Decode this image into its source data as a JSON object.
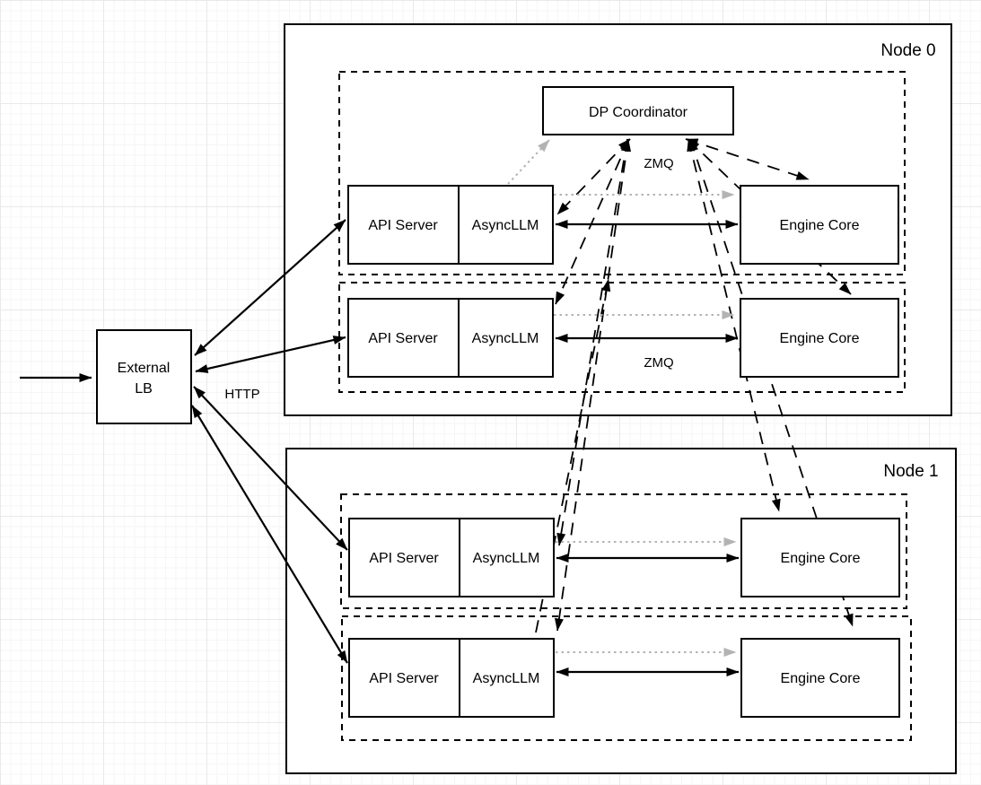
{
  "diagram": {
    "title_implicit": "vLLM data-parallel deployment diagram",
    "external_lb": {
      "label_line1": "External",
      "label_line2": "LB"
    },
    "nodes": [
      {
        "label": "Node 0"
      },
      {
        "label": "Node 1"
      }
    ],
    "dp_coordinator": {
      "label": "DP Coordinator"
    },
    "rows": [
      {
        "api_server": "API Server",
        "async_llm": "AsyncLLM",
        "engine_core": "Engine Core"
      },
      {
        "api_server": "API Server",
        "async_llm": "AsyncLLM",
        "engine_core": "Engine Core"
      },
      {
        "api_server": "API Server",
        "async_llm": "AsyncLLM",
        "engine_core": "Engine Core"
      },
      {
        "api_server": "API Server",
        "async_llm": "AsyncLLM",
        "engine_core": "Engine Core"
      }
    ],
    "edge_labels": {
      "http": "HTTP",
      "zmq_coordinator": "ZMQ",
      "zmq_row": "ZMQ"
    },
    "colors": {
      "stroke": "#000000",
      "muted_link": "#b3b3b3",
      "background": "#ffffff",
      "grid_minor": "#f6f6f6",
      "grid_major": "#e9e9e9"
    }
  }
}
